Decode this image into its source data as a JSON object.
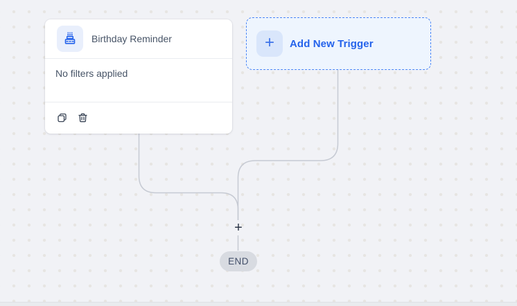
{
  "canvas": {
    "background_color": "#f1f2f6",
    "dot_color": "#e7e5e2",
    "connector_color": "#c6cad3"
  },
  "trigger_card": {
    "title": "Birthday Reminder",
    "filters_text": "No filters applied",
    "icon": "birthday-cake-icon",
    "icon_color": "#2563eb",
    "actions": [
      {
        "icon": "copy-icon"
      },
      {
        "icon": "trash-icon"
      }
    ]
  },
  "add_trigger_button": {
    "label": "Add New Trigger",
    "icon": "plus-icon",
    "plus_glyph": "+",
    "accent_color": "#2563eb",
    "border_color": "#4a86f7",
    "background_color": "#eef5fe"
  },
  "merge_plus": {
    "glyph": "+"
  },
  "end_node": {
    "label": "END",
    "background_color": "#d8dbe1"
  }
}
